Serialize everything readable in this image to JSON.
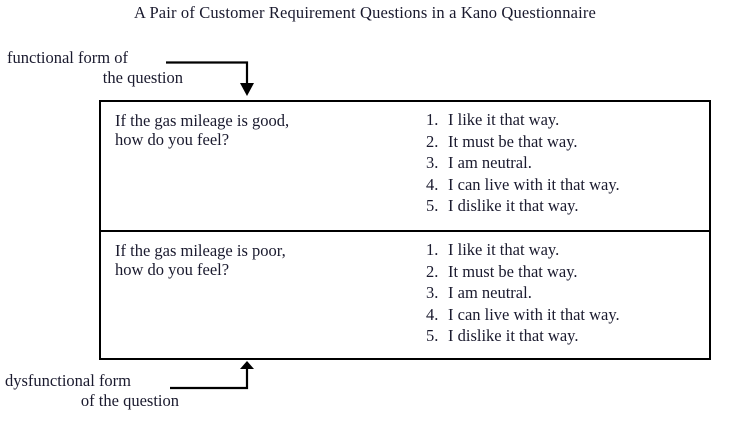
{
  "figure": {
    "title": "A Pair of Customer Requirement Questions in a Kano Questionnaire",
    "callouts": {
      "functional": {
        "line1": "functional form of",
        "line2": "the question"
      },
      "dysfunctional": {
        "line1": "dysfunctional form",
        "line2": "of the question"
      }
    },
    "colors": {
      "line": "#000000",
      "text": "#1a1a2e",
      "background": "#ffffff"
    },
    "rows": [
      {
        "question": {
          "line1": "If the gas mileage is good,",
          "line2": "how do you feel?"
        },
        "answers": [
          {
            "num": "1.",
            "text": "I like it that way."
          },
          {
            "num": "2.",
            "text": "It must be that way."
          },
          {
            "num": "3.",
            "text": "I am neutral."
          },
          {
            "num": "4.",
            "text": "I can live with it that way."
          },
          {
            "num": "5.",
            "text": "I dislike it that way."
          }
        ]
      },
      {
        "question": {
          "line1": "If the gas mileage is poor,",
          "line2": "how do you feel?"
        },
        "answers": [
          {
            "num": "1.",
            "text": "I like it that way."
          },
          {
            "num": "2.",
            "text": "It must be that way."
          },
          {
            "num": "3.",
            "text": "I am neutral."
          },
          {
            "num": "4.",
            "text": "I can live with it that way."
          },
          {
            "num": "5.",
            "text": "I dislike it that way."
          }
        ]
      }
    ]
  }
}
